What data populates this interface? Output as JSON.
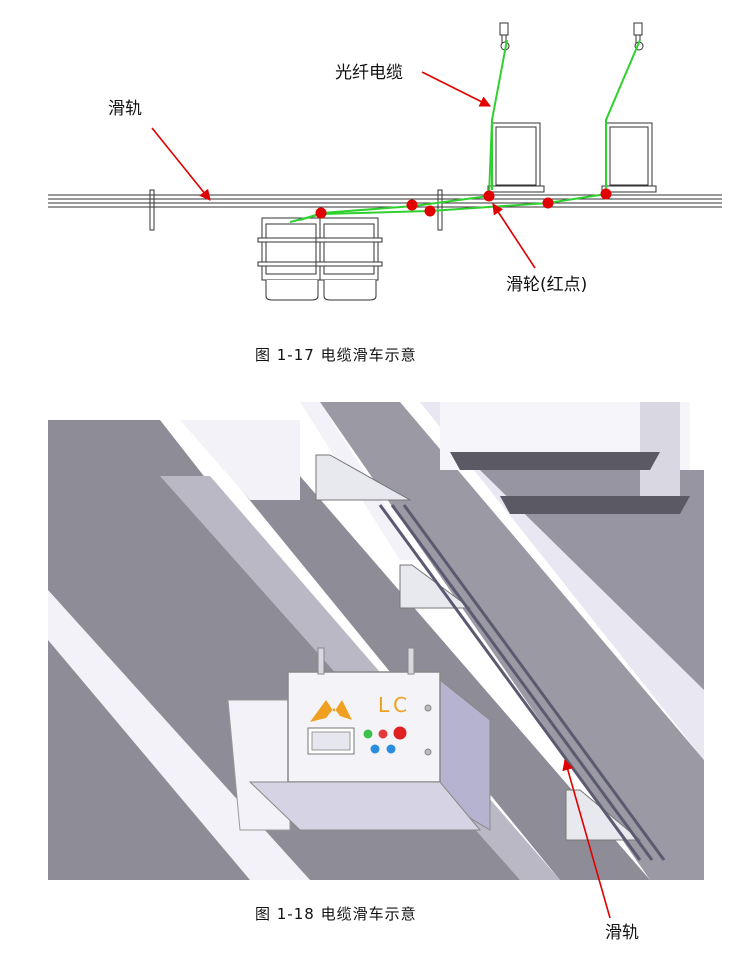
{
  "figure1": {
    "labels": {
      "cable": "光纤电缆",
      "rail": "滑轨",
      "pulley": "滑轮(红点)"
    },
    "caption": "图 1-17 电缆滑车示意"
  },
  "figure2": {
    "device_logo_text": "LC",
    "rail_label": "滑轨",
    "caption": "图 1-18 电缆滑车示意"
  },
  "colors": {
    "cable": "#2fd12f",
    "pulley": "#e00000",
    "arrow": "#e00000",
    "floor": "#8e8d97",
    "wall": "#e9e8f2",
    "logo": "#f0a020"
  }
}
